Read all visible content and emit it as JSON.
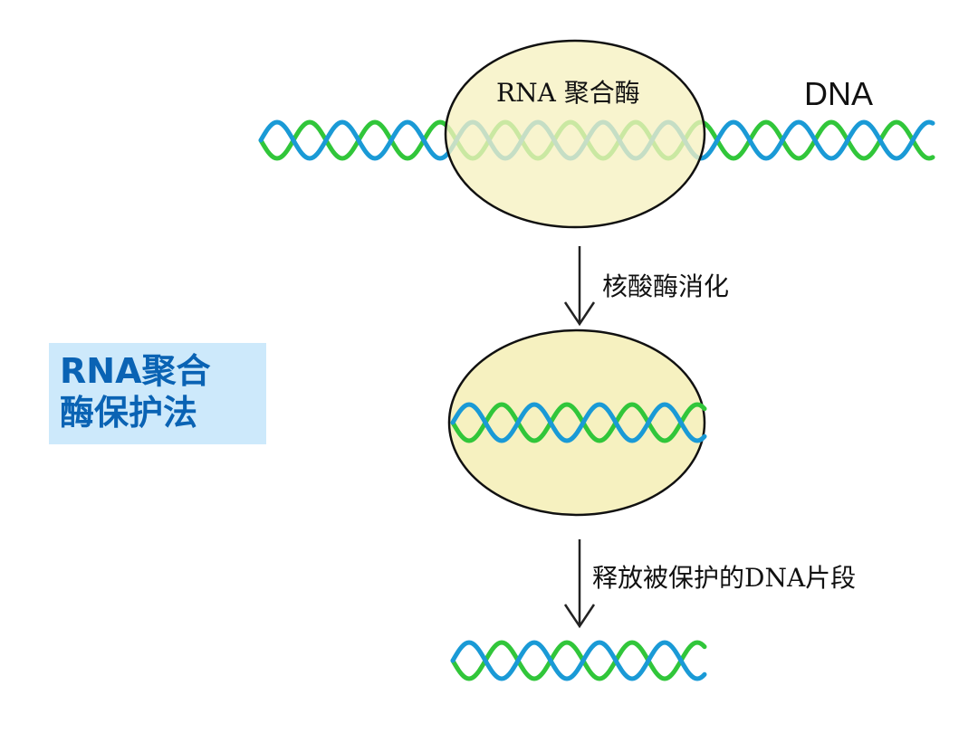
{
  "title": {
    "line1": "RNA聚合",
    "line2": "酶保护法"
  },
  "labels": {
    "enzyme": "RNA 聚合酶",
    "dna": "DNA",
    "step1": "核酸酶消化",
    "step2": "释放被保护的DNA片段"
  },
  "colors": {
    "strand_green": "#31c63a",
    "strand_blue": "#1a9ad6",
    "enzyme_fill": "#f6f1c0",
    "title_bg": "#cde9fb",
    "title_text": "#0a63b4"
  },
  "icons": [
    "down-arrow-icon",
    "down-arrow-icon"
  ]
}
